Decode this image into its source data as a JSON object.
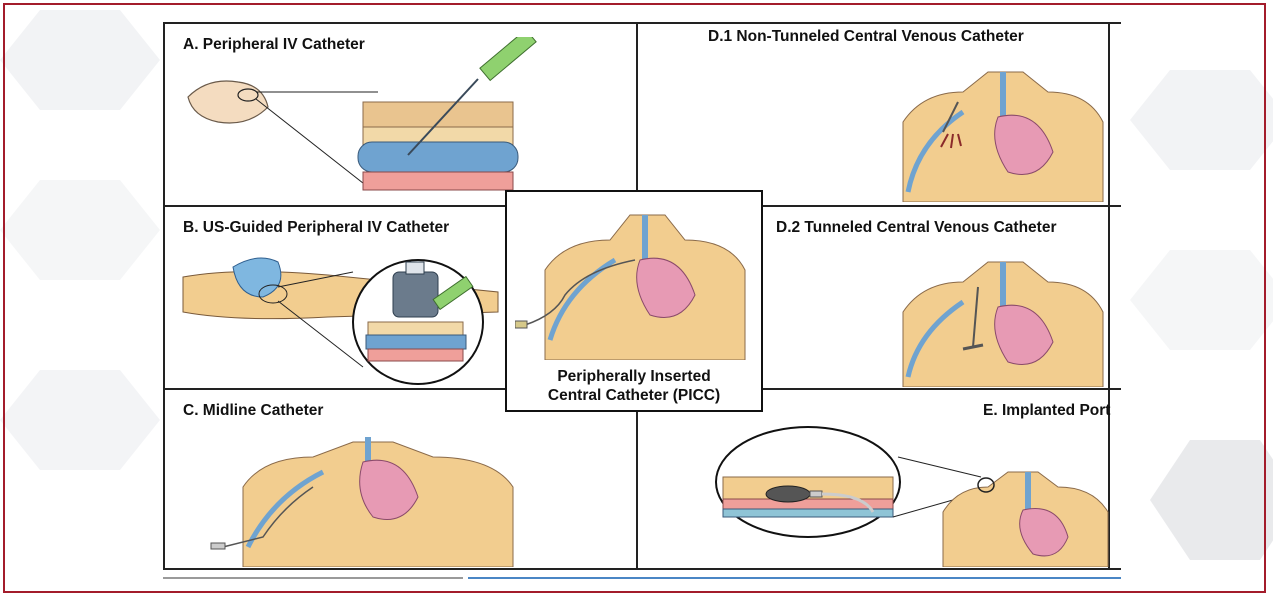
{
  "panels": {
    "a": {
      "title": "A. Peripheral IV Catheter"
    },
    "b": {
      "title": "B. US-Guided Peripheral IV Catheter"
    },
    "c": {
      "title": "C. Midline Catheter"
    },
    "d1": {
      "title": "D.1 Non-Tunneled Central Venous Catheter"
    },
    "d2": {
      "title": "D.2 Tunneled Central Venous Catheter"
    },
    "e": {
      "title": "E. Implanted Port"
    },
    "picc": {
      "line1": "Peripherally Inserted",
      "line2": "Central Catheter (PICC)"
    }
  },
  "colors": {
    "frame": "#a31c2b",
    "skin": "#f2cd8f",
    "vein": "#8fc4d6",
    "heart": "#e79ab4",
    "syringe": "#8fd16f",
    "ultrasound_probe": "#6b7b8c"
  },
  "icons": [
    "torso-illustration",
    "heart-icon",
    "syringe-icon",
    "ultrasound-probe-icon",
    "port-icon"
  ]
}
